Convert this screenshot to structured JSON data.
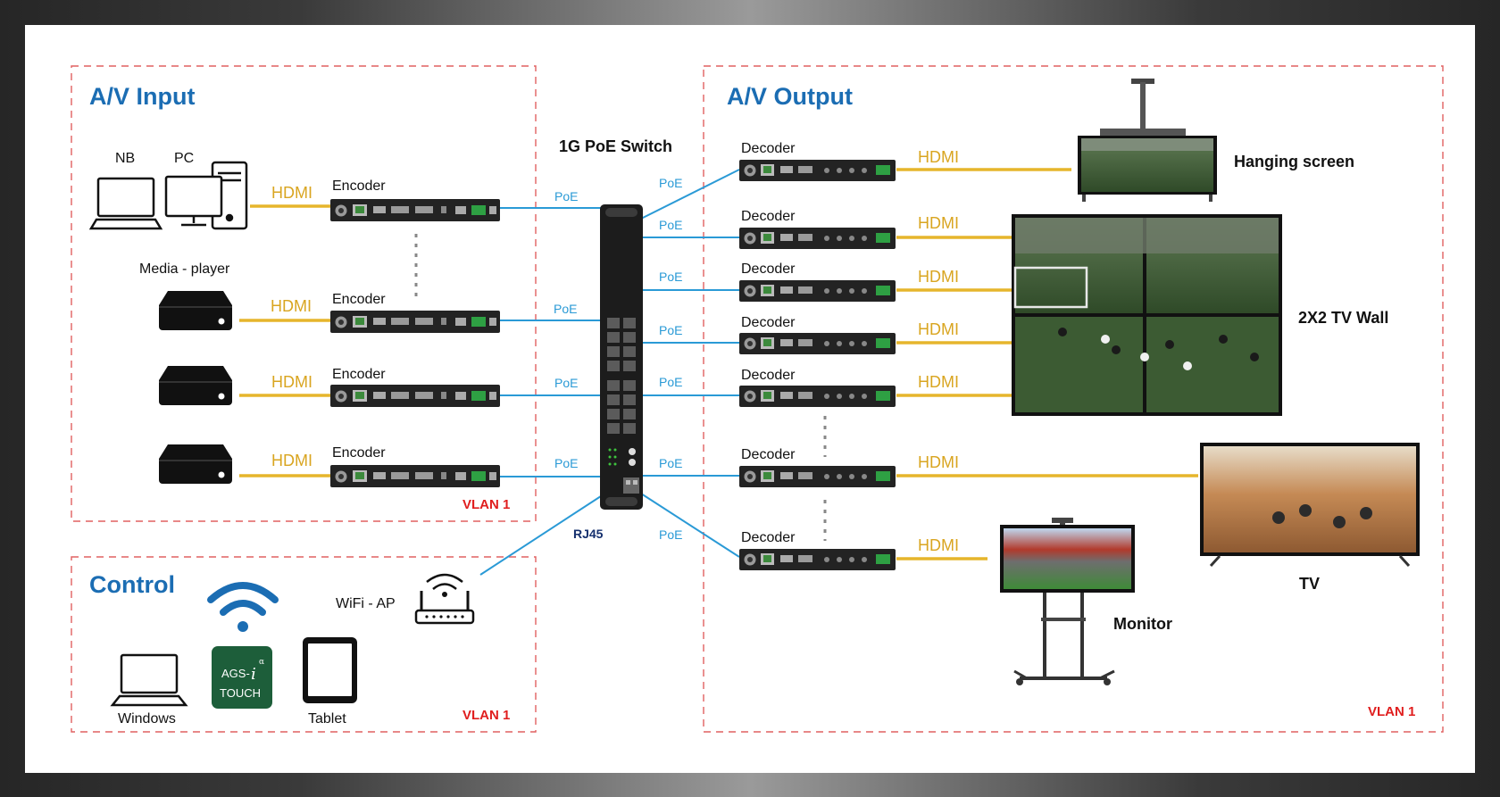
{
  "sections": {
    "av_input": {
      "title": "A/V Input",
      "vlan": "VLAN 1"
    },
    "control": {
      "title": "Control",
      "vlan": "VLAN 1"
    },
    "av_output": {
      "title": "A/V Output",
      "vlan": "VLAN 1"
    }
  },
  "switch": {
    "label": "1G PoE Switch",
    "rj45": "RJ45"
  },
  "inputs": {
    "nb": "NB",
    "pc": "PC",
    "media_player": "Media - player",
    "encoder": "Encoder",
    "hdmi": "HDMI",
    "poe": "PoE"
  },
  "control": {
    "wifi_ap": "WiFi - AP",
    "windows": "Windows",
    "tablet": "Tablet",
    "app_name": "AGS-",
    "app_italic": "i",
    "app_super": "α",
    "app_sub": "TOUCH"
  },
  "outputs": {
    "decoder": "Decoder",
    "hdmi": "HDMI",
    "poe": "PoE",
    "hanging_screen": "Hanging screen",
    "tv_wall": "2X2 TV Wall",
    "tv": "TV",
    "monitor": "Monitor"
  },
  "colors": {
    "section_title": "#1b6db3",
    "vlan": "#e01e1e",
    "hdmi_line": "#e6b52c",
    "poe_line": "#2a9ad6",
    "dashed_box": "#e06060",
    "app_badge": "#1d5e3a"
  }
}
